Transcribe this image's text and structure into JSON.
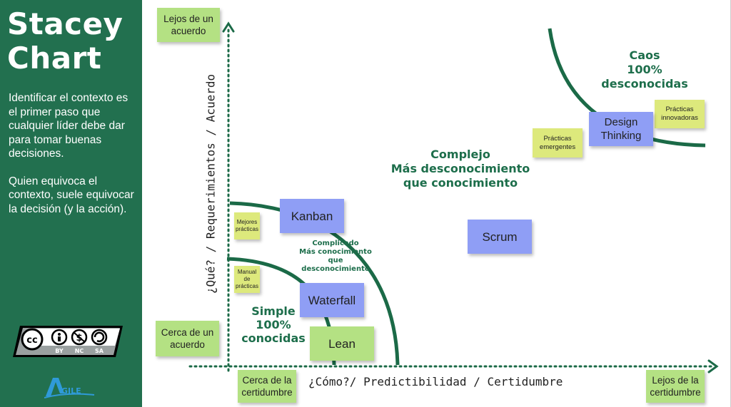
{
  "sidebar": {
    "title_line1": "Stacey",
    "title_line2": "Chart",
    "paragraph1": "Identificar el contexto es el primer paso que cualquier líder debe dar para tomar buenas decisiones.",
    "paragraph2": "Quien equivoca el contexto, suele equivocar la decisión (y la acción).",
    "cc_badge": {
      "labels": [
        "BY",
        "NC",
        "SA"
      ]
    },
    "logo_text": "GILE"
  },
  "axes": {
    "x_label": "¿Cómo?/ Predictibilidad / Certidumbre",
    "y_label": "¿Qué? / Requerimientos / Acuerdo"
  },
  "corner_notes": {
    "top_left": "Lejos de un acuerdo",
    "bottom_left": "Cerca de un acuerdo",
    "x_start": "Cerca de la certidumbre",
    "x_end": "Lejos de la certidumbre"
  },
  "zones": {
    "simple": [
      "Simple",
      "100%",
      "conocidas"
    ],
    "complicado": [
      "Complicado",
      "Más conocimiento",
      "que",
      "desconocimiento"
    ],
    "complejo": [
      "Complejo",
      "Más desconocimiento",
      "que conocimiento"
    ],
    "caos": [
      "Caos",
      "100%",
      "desconocidas"
    ]
  },
  "practices": {
    "mejores": "Mejores prácticas",
    "manual": "Manual de prácticas",
    "emergentes": "Prácticas emergentes",
    "innovadoras": "Prácticas innovadoras"
  },
  "methods": {
    "kanban": "Kanban",
    "waterfall": "Waterfall",
    "lean": "Lean",
    "scrum": "Scrum",
    "design_thinking": "Design Thinking"
  },
  "colors": {
    "sidebar": "#22704f",
    "curve": "#1b6a47",
    "zone_text": "#1d6e4b",
    "sticky_green": "#b4e183",
    "sticky_yellow": "#dde97c",
    "sticky_blue": "#8f9ef5"
  }
}
